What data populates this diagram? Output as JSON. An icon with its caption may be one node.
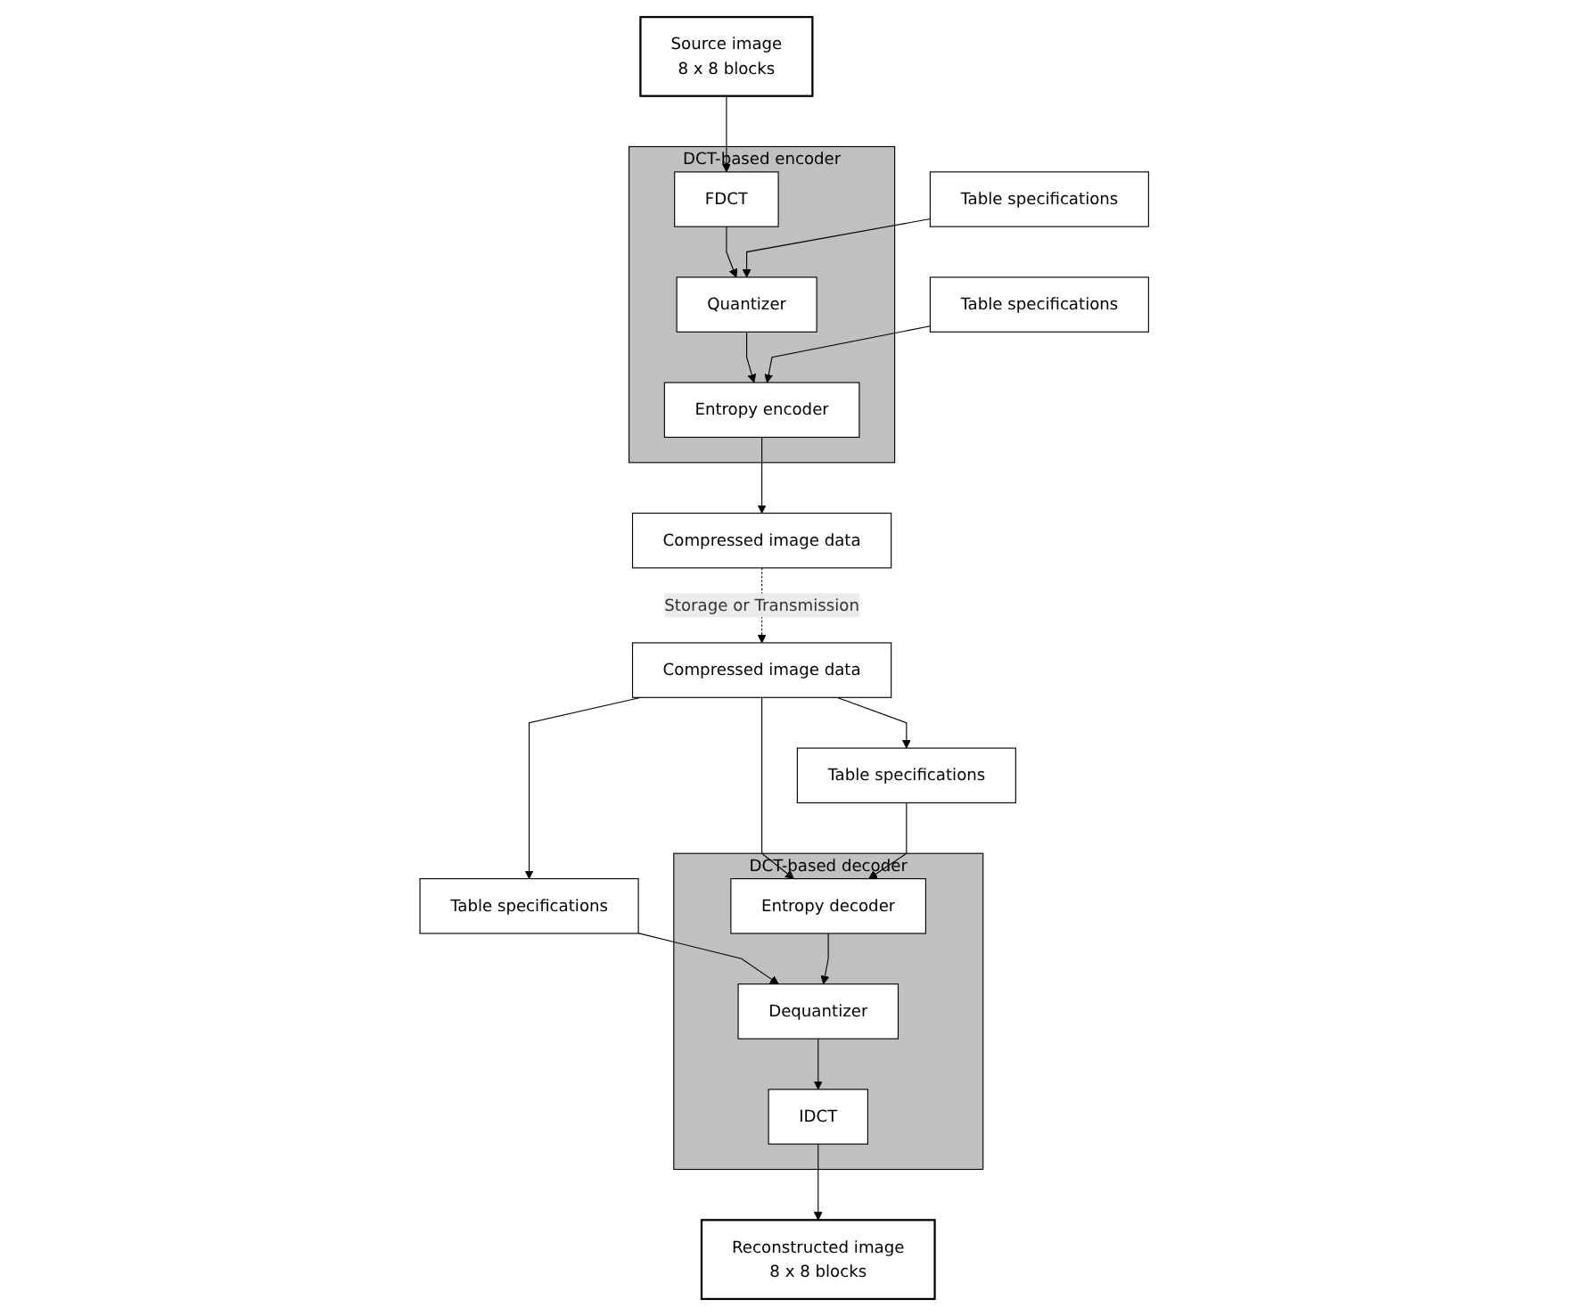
{
  "diagram": {
    "nodes": [
      {
        "text": [
          "Source image",
          "8 x 8 blocks"
        ]
      },
      {
        "text": [
          "DCT-based encoder"
        ]
      },
      {
        "text": [
          "FDCT"
        ],
        "in": 1
      },
      {
        "text": [
          "Quantizer"
        ],
        "in": 1
      },
      {
        "text": [
          "Entropy encoder"
        ],
        "in": 1
      },
      {
        "text": [
          "Table specifications"
        ]
      },
      {
        "text": [
          "Table specifications"
        ]
      },
      {
        "text": [
          "Compressed image data"
        ]
      },
      {
        "text": [
          "Compressed image data"
        ]
      },
      {
        "text": [
          "DCT-based decoder"
        ]
      },
      {
        "text": [
          "Entropy decoder"
        ],
        "in": 9
      },
      {
        "text": [
          "Dequantizer"
        ],
        "in": 9
      },
      {
        "text": [
          "IDCT"
        ],
        "in": 9
      },
      {
        "text": [
          "Table specifications"
        ]
      },
      {
        "text": [
          "Table specifications"
        ]
      },
      {
        "text": [
          "Reconstructed image",
          "8 x 8 blocks"
        ]
      }
    ],
    "edges": [
      {
        "from": 0,
        "to": 2,
        "arrow": "to"
      },
      {
        "from": 2,
        "to": 3,
        "arrow": "to"
      },
      {
        "from": 3,
        "to": 4,
        "arrow": "to"
      },
      {
        "from": 5,
        "to": 3,
        "arrow": "to"
      },
      {
        "from": 6,
        "to": 4,
        "arrow": "to"
      },
      {
        "from": 4,
        "to": 8,
        "arrow": "to"
      },
      {
        "from": 8,
        "to": 7,
        "arrow": "to",
        "label": "Storage or Transmission",
        "style": "dashed"
      },
      {
        "from": 7,
        "to": 10,
        "arrow": "to"
      },
      {
        "from": 7,
        "to": 13,
        "arrow": "to"
      },
      {
        "from": 7,
        "to": 14,
        "arrow": "to"
      },
      {
        "from": 13,
        "to": 10,
        "arrow": "to"
      },
      {
        "from": 14,
        "to": 11,
        "arrow": "to"
      },
      {
        "from": 10,
        "to": 11,
        "arrow": "to"
      },
      {
        "from": 11,
        "to": 12,
        "arrow": "to"
      },
      {
        "from": 12,
        "to": 15,
        "arrow": "to"
      }
    ]
  }
}
